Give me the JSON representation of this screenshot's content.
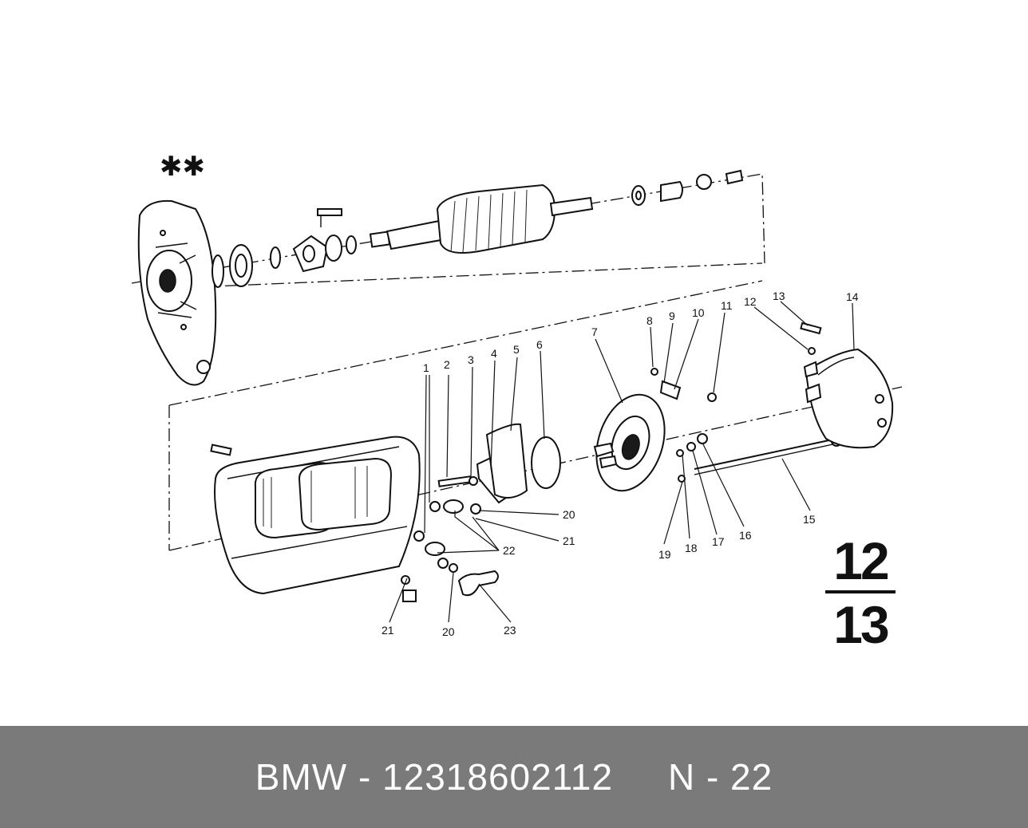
{
  "diagram": {
    "stars": "✱✱",
    "callouts": {
      "c1": "1",
      "c2": "2",
      "c3": "3",
      "c4": "4",
      "c5": "5",
      "c6": "6",
      "c7": "7",
      "c8": "8",
      "c9": "9",
      "c10": "10",
      "c11": "11",
      "c12": "12",
      "c13": "13",
      "c14": "14",
      "c15": "15",
      "c16": "16",
      "c17": "17",
      "c18": "18",
      "c19": "19",
      "c20a": "20",
      "c21a": "21",
      "c22": "22",
      "c21b": "21",
      "c20b": "20",
      "c23": "23"
    },
    "page_fraction": {
      "top": "12",
      "bottom": "13"
    }
  },
  "footer": {
    "caption": "BMW - 12318602112     N - 22"
  }
}
